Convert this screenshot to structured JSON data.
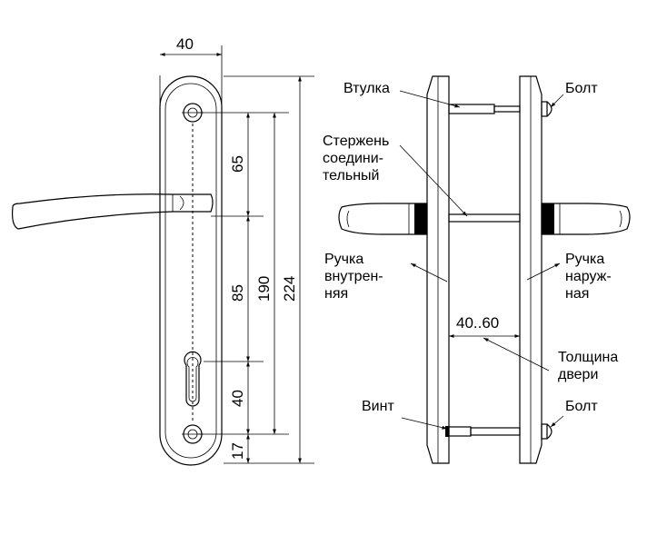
{
  "front_view": {
    "dimensions": {
      "width": "40",
      "upper_spacing": "65",
      "middle_spacing": "85",
      "lower_spacing": "40",
      "bottom_offset": "17",
      "center_distance": "190",
      "total_height": "224"
    }
  },
  "side_view": {
    "labels": {
      "bushing": "Втулка",
      "bolt_top": "Болт",
      "rod_line1": "Стержень",
      "rod_line2": "соедини-",
      "rod_line3": "тельный",
      "inner_handle_line1": "Ручка",
      "inner_handle_line2": "внутрен-",
      "inner_handle_line3": "няя",
      "outer_handle_line1": "Ручка",
      "outer_handle_line2": "наруж-",
      "outer_handle_line3": "ная",
      "door_range": "40..60",
      "door_thickness_line1": "Толщина",
      "door_thickness_line2": "двери",
      "screw": "Винт",
      "bolt_bottom": "Болт"
    }
  }
}
